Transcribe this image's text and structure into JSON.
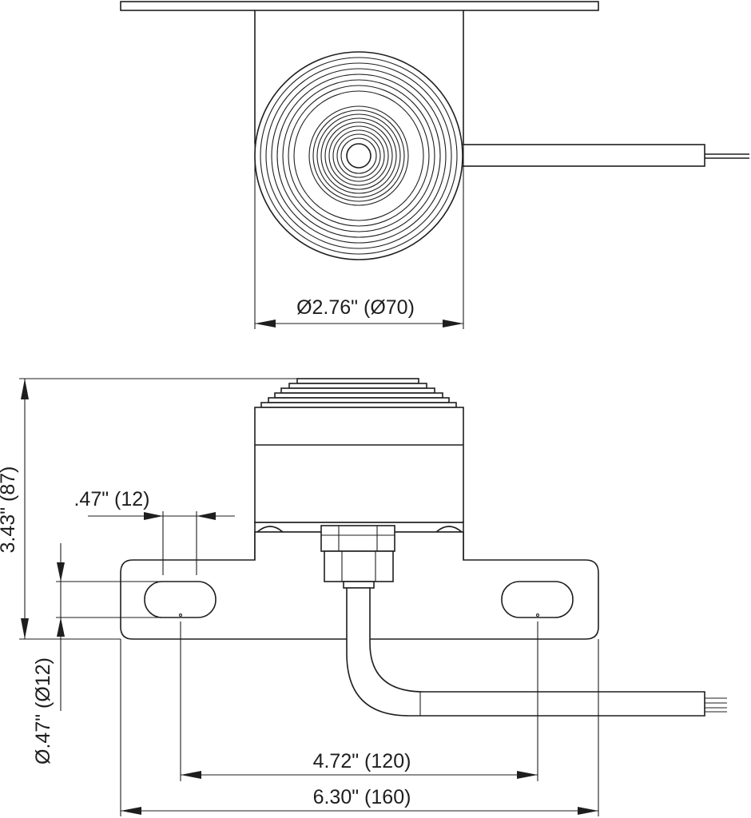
{
  "dimensions": {
    "diameter": "Ø2.76\" (Ø70)",
    "height": "3.43\" (87)",
    "slot_width": ".47\" (12)",
    "slot_diameter": "Ø.47\" (Ø12)",
    "hole_spacing": "4.72\" (120)",
    "overall_width": "6.30\" (160)"
  }
}
